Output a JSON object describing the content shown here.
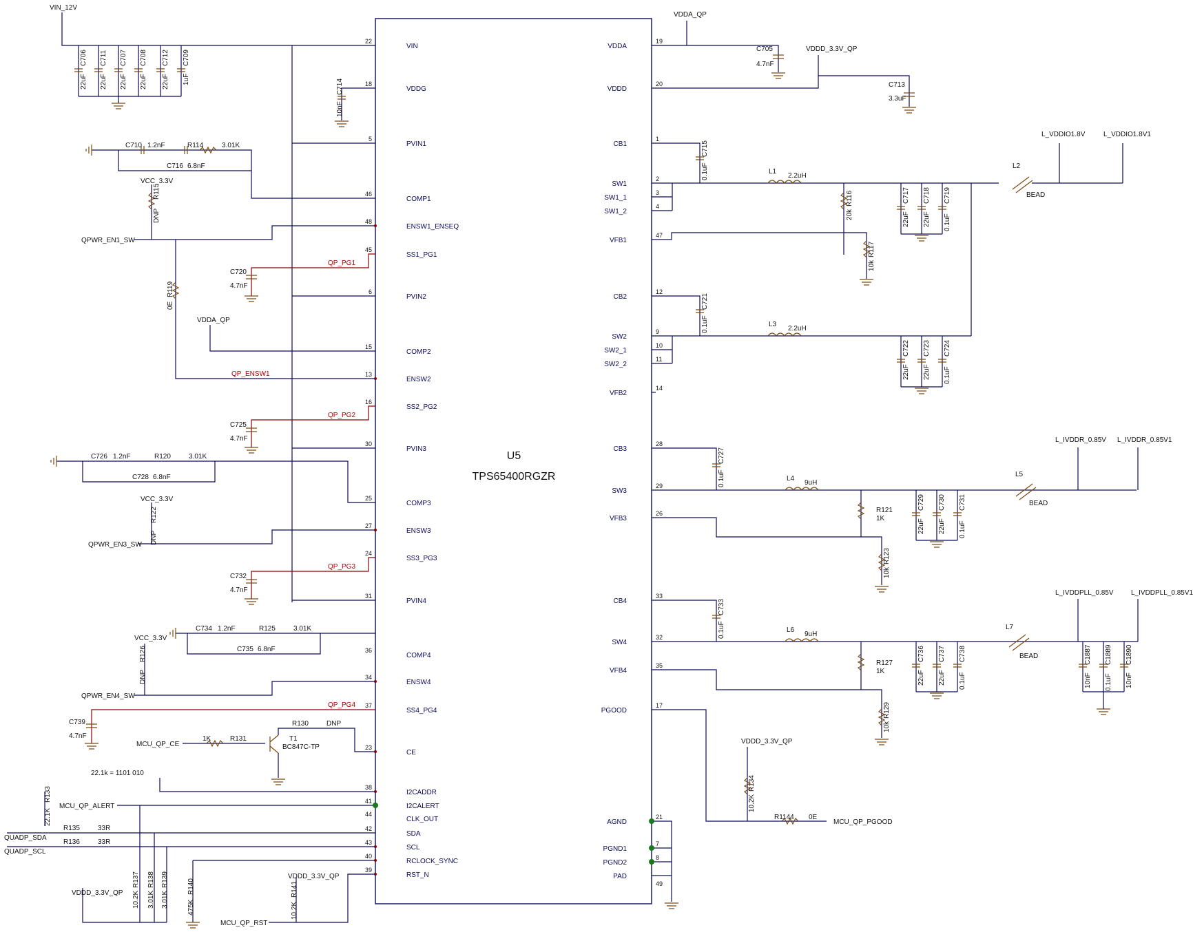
{
  "ic": {
    "ref": "U5",
    "part": "TPS65400RGZR"
  },
  "left_pins": [
    {
      "name": "VIN",
      "num": "22"
    },
    {
      "name": "VDDG",
      "num": "18"
    },
    {
      "name": "PVIN1",
      "num": "5"
    },
    {
      "name": "COMP1",
      "num": "46"
    },
    {
      "name": "ENSW1_ENSEQ",
      "num": "48"
    },
    {
      "name": "SS1_PG1",
      "num": "45"
    },
    {
      "name": "PVIN2",
      "num": "6"
    },
    {
      "name": "COMP2",
      "num": "15"
    },
    {
      "name": "ENSW2",
      "num": "13"
    },
    {
      "name": "SS2_PG2",
      "num": "16"
    },
    {
      "name": "PVIN3",
      "num": "30"
    },
    {
      "name": "COMP3",
      "num": "25"
    },
    {
      "name": "ENSW3",
      "num": "27"
    },
    {
      "name": "SS3_PG3",
      "num": "24"
    },
    {
      "name": "PVIN4",
      "num": "31"
    },
    {
      "name": "COMP4",
      "num": "36"
    },
    {
      "name": "ENSW4",
      "num": "34"
    },
    {
      "name": "SS4_PG4",
      "num": "37"
    },
    {
      "name": "CE",
      "num": "23"
    },
    {
      "name": "I2CADDR",
      "num": "38"
    },
    {
      "name": "I2CALERT",
      "num": "41"
    },
    {
      "name": "CLK_OUT",
      "num": "44"
    },
    {
      "name": "SDA",
      "num": "42"
    },
    {
      "name": "SCL",
      "num": "43"
    },
    {
      "name": "RCLOCK_SYNC",
      "num": "40"
    },
    {
      "name": "RST_N",
      "num": "39"
    }
  ],
  "right_pins": [
    {
      "name": "VDDA",
      "num": "19"
    },
    {
      "name": "VDDD",
      "num": "20"
    },
    {
      "name": "CB1",
      "num": "1"
    },
    {
      "name": "SW1",
      "num": "2"
    },
    {
      "name": "SW1_1",
      "num": "3"
    },
    {
      "name": "SW1_2",
      "num": "4"
    },
    {
      "name": "VFB1",
      "num": "47"
    },
    {
      "name": "CB2",
      "num": "12"
    },
    {
      "name": "SW2",
      "num": "9"
    },
    {
      "name": "SW2_1",
      "num": "10"
    },
    {
      "name": "SW2_2",
      "num": "11"
    },
    {
      "name": "VFB2",
      "num": "14"
    },
    {
      "name": "CB3",
      "num": "28"
    },
    {
      "name": "SW3",
      "num": "29"
    },
    {
      "name": "VFB3",
      "num": "26"
    },
    {
      "name": "CB4",
      "num": "33"
    },
    {
      "name": "SW4",
      "num": "32"
    },
    {
      "name": "VFB4",
      "num": "35"
    },
    {
      "name": "PGOOD",
      "num": "17"
    },
    {
      "name": "AGND",
      "num": "21"
    },
    {
      "name": "PGND1",
      "num": "7"
    },
    {
      "name": "PGND2",
      "num": "8"
    },
    {
      "name": "PAD",
      "num": ""
    },
    {
      "name": "",
      "num": "49"
    }
  ],
  "nets": {
    "vin12": "VIN_12V",
    "vdda_qp": "VDDA_QP",
    "vddd_qp": "VDDD_3.3V_QP",
    "vcc": "VCC_3.3V",
    "en1": "QPWR_EN1_SW",
    "en3": "QPWR_EN3_SW",
    "en4": "QPWR_EN4_SW",
    "pg1": "QP_PG1",
    "pg2": "QP_PG2",
    "pg3": "QP_PG3",
    "pg4": "QP_PG4",
    "ensw1": "QP_ENSW1",
    "ce": "MCU_QP_CE",
    "alert": "MCU_QP_ALERT",
    "sda": "QUADP_SDA",
    "scl": "QUADP_SCL",
    "rst": "MCU_QP_RST",
    "pgood": "MCU_QP_PGOOD",
    "vddio": "L_VDDIO1.8V",
    "vddio1": "L_VDDIO1.8V1",
    "ivddr": "L_IVDDR_0.85V",
    "ivddr1": "L_IVDDR_0.85V1",
    "ivddpll": "L_IVDDPLL_0.85V",
    "ivddpll1": "L_IVDDPLL_0.85V1",
    "i2c_note": "22.1k = 1101 010"
  },
  "components": {
    "c706": "C706",
    "c711": "C711",
    "c707": "C707",
    "c708": "C708",
    "c712": "C712",
    "c709": "C709",
    "v22u": "22uF",
    "v1u": "1uF",
    "c714": "C714",
    "v10n": "10nF",
    "c710": "C710",
    "v1n2": "1.2nF",
    "r114": "R114",
    "v301": "3.01K",
    "c716": "C716",
    "v6n8": "6.8nF",
    "r115": "R115",
    "dnp": "DNP",
    "c720": "C720",
    "v4n7": "4.7nF",
    "r119": "R119",
    "v0e": "0E",
    "c725": "C725",
    "c726": "C726",
    "r120": "R120",
    "c728": "C728",
    "r122": "R122",
    "c732": "C732",
    "c734": "C734",
    "r125": "R125",
    "c735": "C735",
    "r126": "R126",
    "c739": "C739",
    "r131": "R131",
    "v1k": "1K",
    "t1": "T1",
    "t1part": "BC847C-TP",
    "r130": "R130",
    "r133": "R133",
    "v22k1": "22.1K",
    "r135": "R135",
    "r136": "R136",
    "v33r": "33R",
    "r137": "R137",
    "r138": "R138",
    "r139": "R139",
    "r140": "R140",
    "r141": "R141",
    "v10k2": "10.2K",
    "v301b": "3.01K",
    "v475k": "475K",
    "c705": "C705",
    "c713": "C713",
    "v3u3": "3.3uF",
    "c715": "C715",
    "v0u1": "0.1uF",
    "l1": "L1",
    "v2u2": "2.2uH",
    "r116": "R116",
    "v20k": "20k",
    "c717": "C717",
    "c718": "C718",
    "c719": "C719",
    "r117": "R117",
    "v10k": "10k",
    "l2": "L2",
    "bead": "BEAD",
    "c721": "C721",
    "l3": "L3",
    "c722": "C722",
    "c723": "C723",
    "c724": "C724",
    "c727": "C727",
    "l4": "L4",
    "v9u": "9uH",
    "r121": "R121",
    "c729": "C729",
    "c730": "C730",
    "c731": "C731",
    "r123": "R123",
    "l5": "L5",
    "c733": "C733",
    "l6": "L6",
    "r127": "R127",
    "c736": "C736",
    "c737": "C737",
    "c738": "C738",
    "r129": "R129",
    "l7": "L7",
    "c1887": "C1887",
    "c1889": "C1889",
    "c1890": "C1890",
    "r134": "R134",
    "r1144": "R1144",
    "v0e2": "0E"
  }
}
